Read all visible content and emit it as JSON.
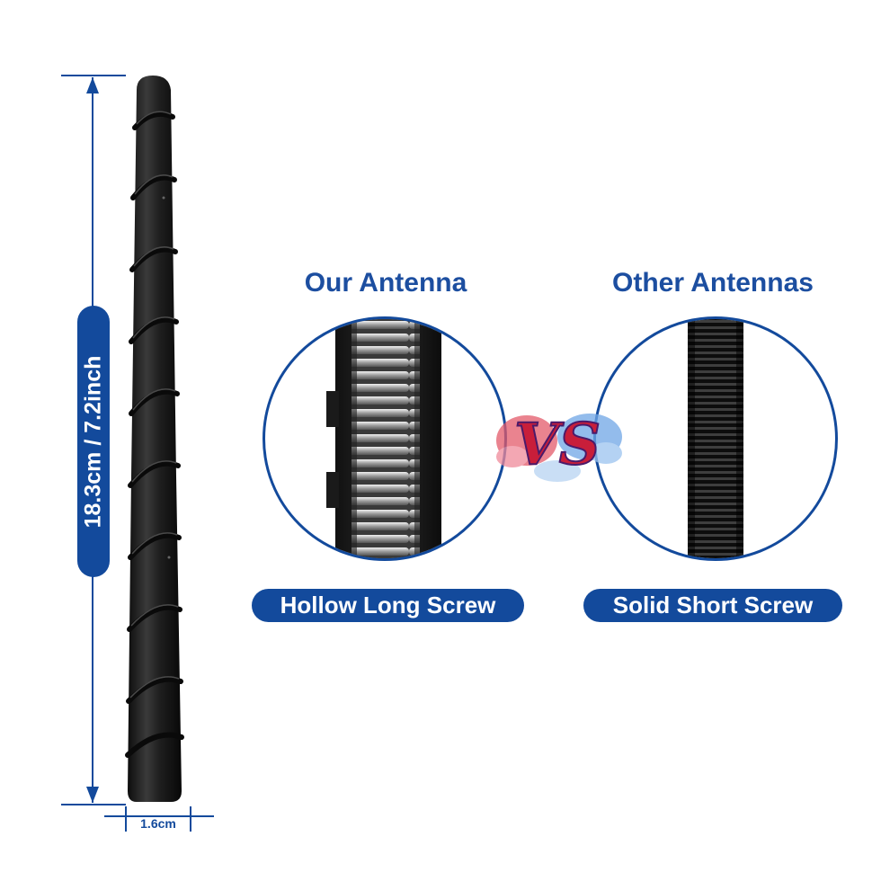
{
  "dimensions": {
    "length_label": "18.3cm / 7.2inch",
    "width_label": "1.6cm"
  },
  "comparison": {
    "left": {
      "heading": "Our Antenna",
      "caption": "Hollow Long Screw"
    },
    "versus": "VS",
    "right": {
      "heading": "Other Antennas",
      "caption": "Solid Short Screw"
    }
  },
  "colors": {
    "accent": "#134a9c",
    "antenna": "#1e1e1e",
    "spring": "#b8b8b8"
  },
  "icons": [
    "antenna-product-image",
    "spring-closeup-image",
    "solid-screw-closeup-image",
    "vs-splash-graphic"
  ]
}
